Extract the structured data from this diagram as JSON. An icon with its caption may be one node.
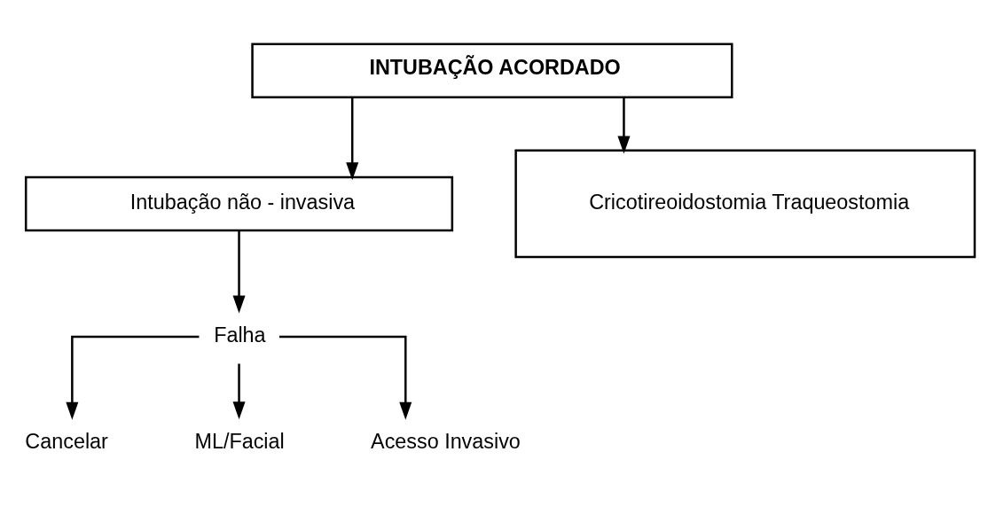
{
  "diagram": {
    "nodes": [
      {
        "text": [
          "INTUBAÇÃO ACORDADO"
        ]
      },
      {
        "text": [
          "Intubação não - invasiva"
        ]
      },
      {
        "text": [
          "Cricotireoidostomia Traqueostomia"
        ]
      },
      {
        "text": [
          "Falha"
        ]
      },
      {
        "text": [
          "Cancelar"
        ]
      },
      {
        "text": [
          "ML/Facial"
        ]
      },
      {
        "text": [
          "Acesso Invasivo"
        ]
      }
    ],
    "edges": [
      {
        "from": 0,
        "to": 1,
        "arrow": "to"
      },
      {
        "from": 0,
        "to": 2,
        "arrow": "to"
      },
      {
        "from": 1,
        "to": 3,
        "arrow": "to"
      },
      {
        "from": 3,
        "to": 4,
        "arrow": "to"
      },
      {
        "from": 3,
        "to": 5,
        "arrow": "to"
      },
      {
        "from": 3,
        "to": 6,
        "arrow": "to"
      }
    ]
  }
}
